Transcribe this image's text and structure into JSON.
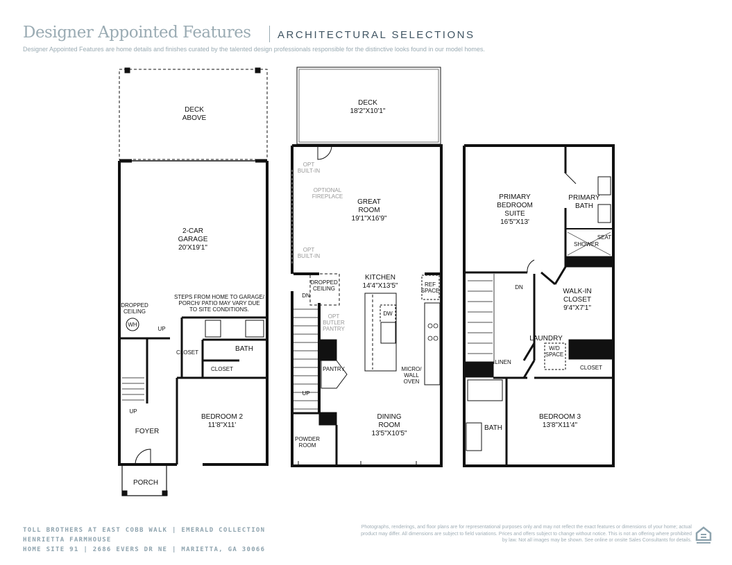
{
  "header": {
    "title": "Designer Appointed Features",
    "subtitle": "ARCHITECTURAL SELECTIONS",
    "description": "Designer Appointed Features are home details and finishes curated by the talented design professionals responsible for the distinctive looks found in our model homes."
  },
  "plan1": {
    "deck": "DECK\nABOVE",
    "garage": "2-CAR\nGARAGE\n20'X19'1\"",
    "steps_note": "STEPS FROM HOME TO GARAGE/\nPORCH/ PATIO MAY VARY DUE\nTO SITE CONDITIONS.",
    "dropped": "DROPPED\nCEILING",
    "wh": "WH",
    "up1": "UP",
    "closet1": "CLOSET",
    "bath": "BATH",
    "closet2": "CLOSET",
    "up2": "UP",
    "bedroom2": "BEDROOM 2\n11'8\"X11'",
    "foyer": "FOYER",
    "porch": "PORCH"
  },
  "plan2": {
    "deck": "DECK\n18'2\"X10'1\"",
    "opt_builtin1": "OPT\nBUILT-IN",
    "opt_fireplace": "OPTIONAL\nFIREPLACE",
    "great_room": "GREAT\nROOM\n19'1\"X16'9\"",
    "opt_builtin2": "OPT\nBUILT-IN",
    "kitchen": "KITCHEN\n14'4\"X13'5\"",
    "dropped": "DROPPED\nCEILING",
    "dn": "DN",
    "ref": "REF\nSPACE",
    "butler": "OPT\nBUTLER\nPANTRY",
    "dw": "DW",
    "pantry": "PANTRY",
    "micro": "MICRO/\nWALL\nOVEN",
    "up": "UP",
    "dining": "DINING\nROOM\n13'5\"X10'5\"",
    "powder": "POWDER\nROOM"
  },
  "plan3": {
    "primary_suite": "PRIMARY\nBEDROOM\nSUITE\n16'5\"X13'",
    "primary_bath": "PRIMARY\nBATH",
    "seat": "SEAT",
    "shower": "SHOWER",
    "dn": "DN",
    "walkin": "WALK-IN\nCLOSET\n9'4\"X7'1\"",
    "laundry": "LAUNDRY",
    "wd": "W/D\nSPACE",
    "linen": "LINEN",
    "closet": "CLOSET",
    "bath": "BATH",
    "bedroom3": "BEDROOM 3\n13'8\"X11'4\""
  },
  "footer": {
    "line1": "TOLL BROTHERS AT EAST COBB WALK  |  EMERALD COLLECTION",
    "line2": "HENRIETTA FARMHOUSE",
    "line3": "HOME SITE 91  |  2686 EVERS DR NE  |  MARIETTA, GA 30066",
    "disclaimer": "Photographs, renderings, and floor plans are for representational purposes only and may not reflect the exact features or dimensions of your home; actual product may differ. All dimensions are subject to field variations. Prices and offers subject to change without notice. This is not an offering where prohibited by law. Not all images may be shown. See online or onsite Sales Consultants for details."
  }
}
